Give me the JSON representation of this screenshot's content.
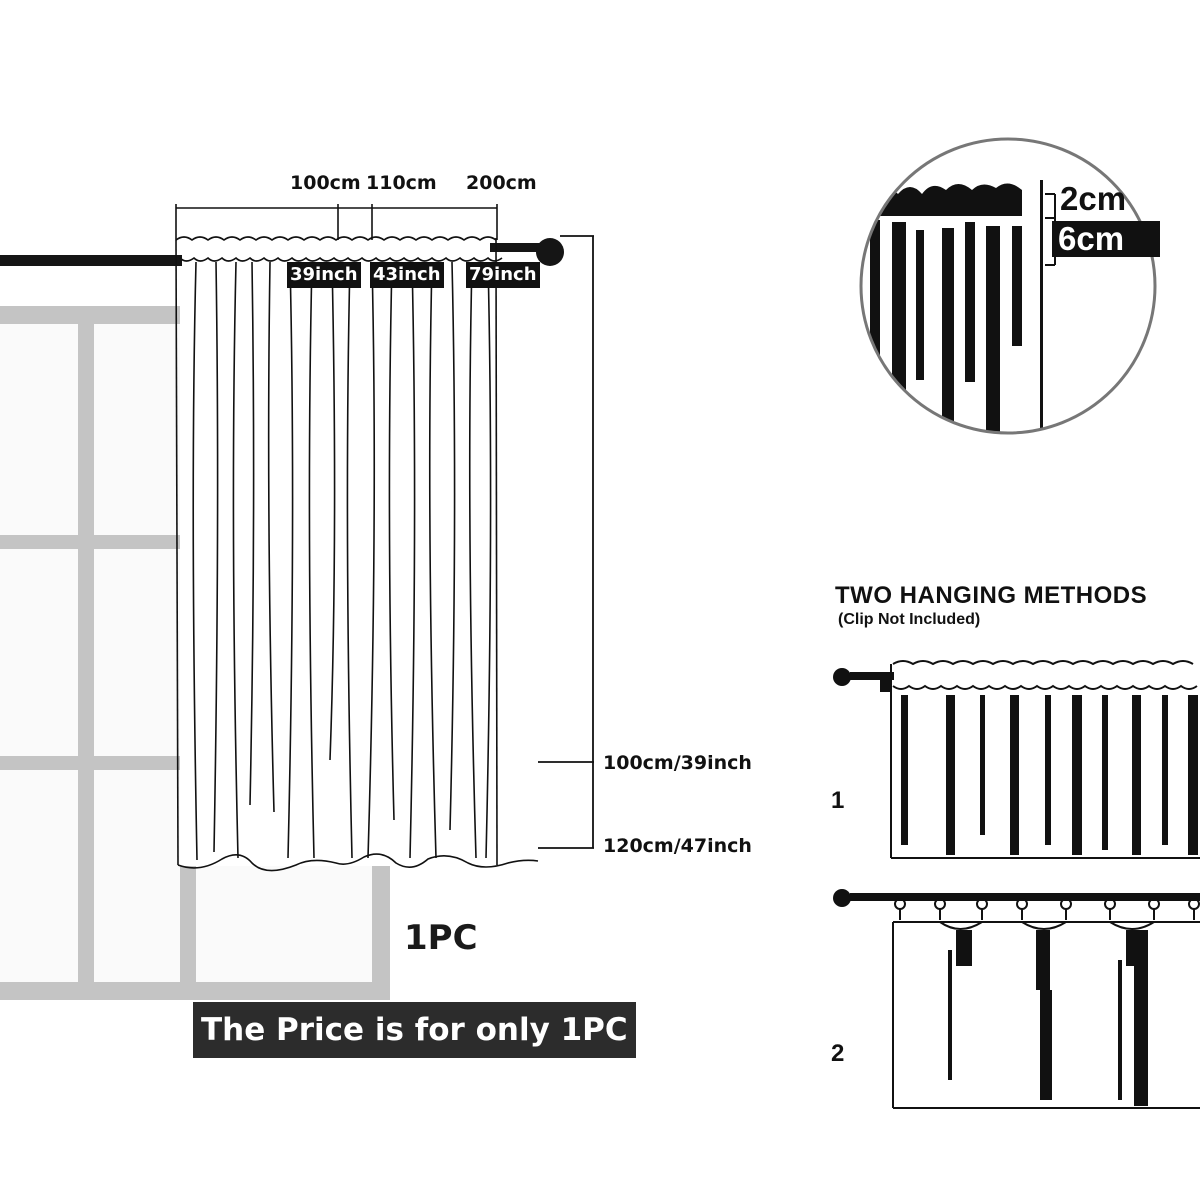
{
  "widths": {
    "w1_cm": "100cm",
    "w2_cm": "110cm",
    "w3_cm": "200cm",
    "w1_in": "39inch",
    "w2_in": "43inch",
    "w3_in": "79inch"
  },
  "lengths": {
    "l1": "100cm/39inch",
    "l2": "120cm/47inch"
  },
  "quantity_label": "1PC",
  "price_note": "The Price is for only 1PC",
  "zoom": {
    "top_label": "2cm",
    "pocket_label": "6cm"
  },
  "hanging": {
    "title": "TWO HANGING METHODS",
    "subtitle": "(Clip Not Included)",
    "method1": "1",
    "method2": "2"
  },
  "icons": [
    "window-frame",
    "curtain-rod",
    "curtain-panel",
    "magnifier-circle",
    "clip-rings"
  ]
}
